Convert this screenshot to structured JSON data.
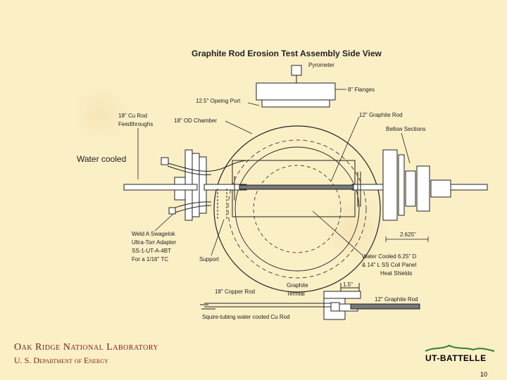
{
  "slide": {
    "title": "Graphite Rod Erosion Test Assembly Side View",
    "overlay_label": "Water cooled",
    "page_number": "10",
    "colors": {
      "background": "#fbefc6",
      "footer_text": "#7a1f10",
      "logo_green": "#2e7d3a"
    }
  },
  "diagram": {
    "labels": {
      "pyrometer": "Pyrometer",
      "flanges": "8\" Flanges",
      "port": "12.5\" Opeing Port",
      "cu_feed_1": "18\" Cu Rod",
      "cu_feed_2": "Feedthroughs",
      "chamber": "18\" OD Chamber",
      "graphite_rod_top": "12\" Graphite Rod",
      "bellow": "Bellow Sections",
      "dim_2625": "2.625\"",
      "weld_1": "Weld A Swagelok",
      "weld_2": "Ultra-Torr Adapter",
      "weld_3": "SS-1-UT-A-4BT",
      "weld_4": "For a 1/16\" TC",
      "support": "Support",
      "shield_1": "Water Cooled 6.25\" D",
      "shield_2": "& 14\" L SS Coil Panel",
      "shield_3": "Heat Shields",
      "graphite_term_1": "Graphite",
      "graphite_term_2": "Termial",
      "dim_15": "1.5\"",
      "copper_rod": "18\" Copper Rod",
      "graphite_rod_bottom": "12\" Graphite Rod",
      "squire": "Squire-tubing water cooled Cu Rod"
    }
  },
  "footer": {
    "org_line1": "Oak Ridge National Laboratory",
    "org_line2": "U. S. Department of Energy",
    "logo_text": "UT-BATTELLE"
  }
}
